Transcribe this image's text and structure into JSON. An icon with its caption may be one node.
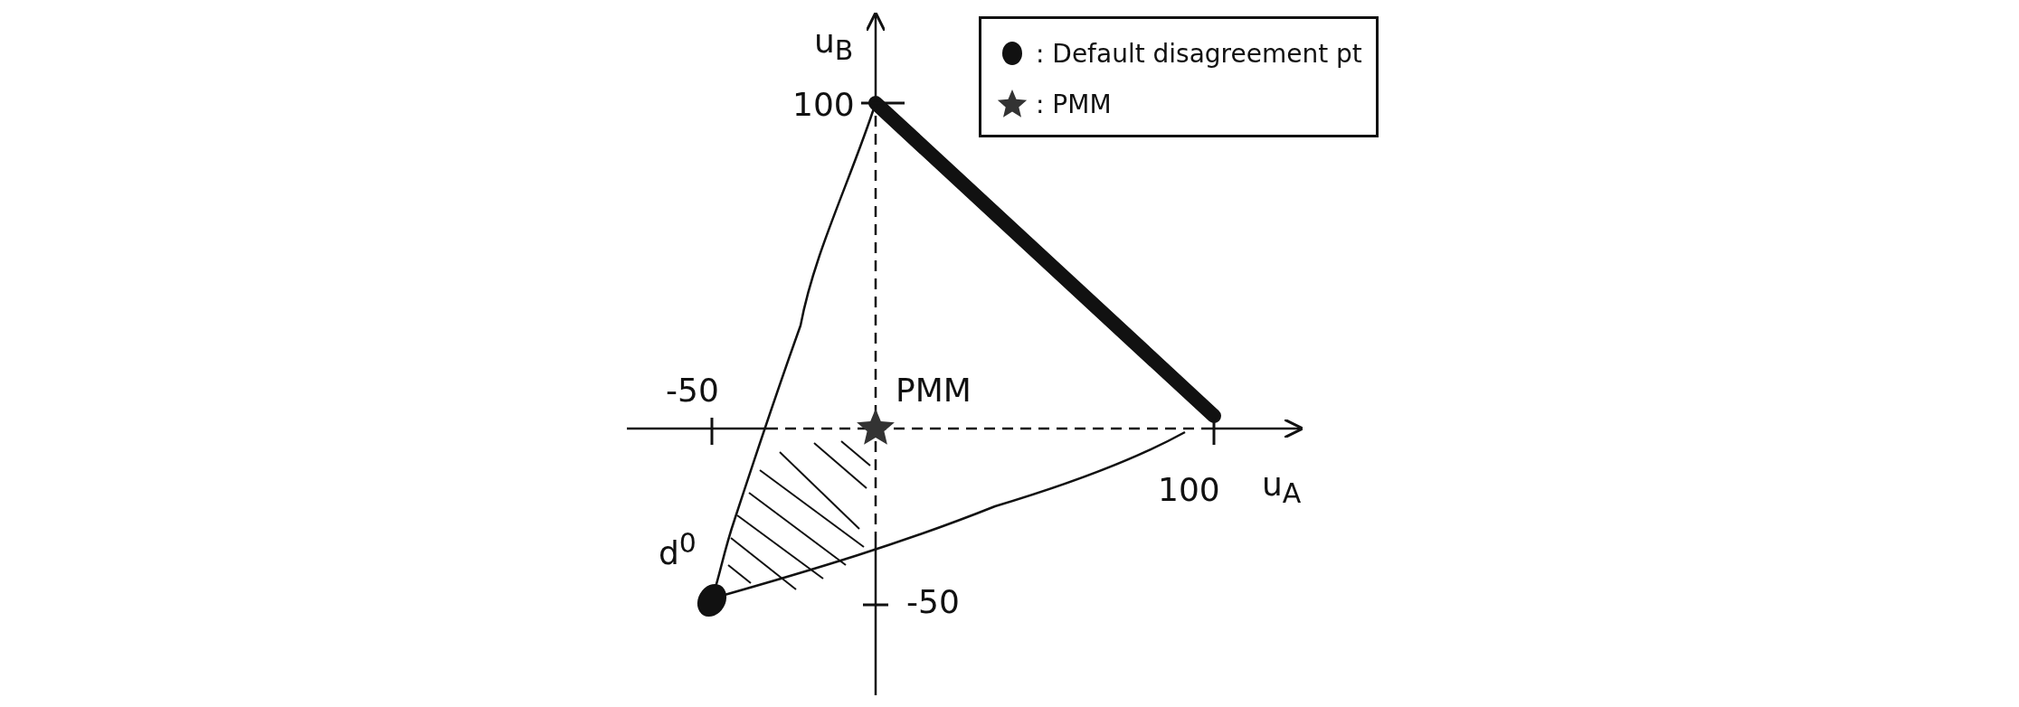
{
  "diagram": {
    "labels": [
      "u$_{B}$",
      "100",
      "-50",
      "PMM",
      "100",
      "u$_{A}$",
      "d$^{0}$",
      "-50"
    ],
    "legend": [
      {
        "text": ": Default disagreement pt"
      },
      {
        "text": ": PMM"
      }
    ]
  }
}
